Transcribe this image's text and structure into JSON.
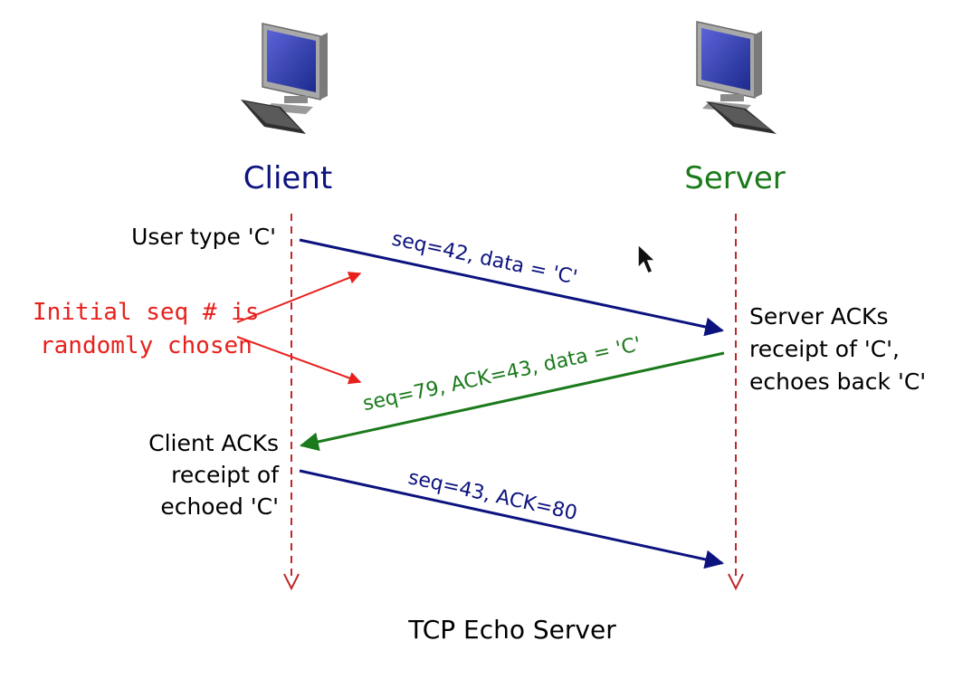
{
  "colors": {
    "client": "#0c137e",
    "server": "#1b7a1b",
    "callout": "#e8201c",
    "timeline": "#c0262a",
    "text": "#000000"
  },
  "hosts": {
    "client": {
      "label": "Client",
      "icon": "desktop-computer-icon"
    },
    "server": {
      "label": "Server",
      "icon": "desktop-computer-icon"
    }
  },
  "notes": {
    "client_event_1": "User type 'C'",
    "client_event_2": [
      "Client ACKs",
      "receipt of",
      "echoed 'C'"
    ],
    "server_event": [
      "Server ACKs",
      "receipt of 'C',",
      "echoes back 'C'"
    ]
  },
  "messages": [
    {
      "label": "seq=42, data = 'C'",
      "from": "client",
      "to": "server"
    },
    {
      "label": "seq=79, ACK=43, data = 'C'",
      "from": "server",
      "to": "client"
    },
    {
      "label": "seq=43, ACK=80",
      "from": "client",
      "to": "server"
    }
  ],
  "callout": {
    "lines": [
      "Initial seq # is",
      "randomly chosen"
    ]
  },
  "caption": "TCP Echo Server"
}
